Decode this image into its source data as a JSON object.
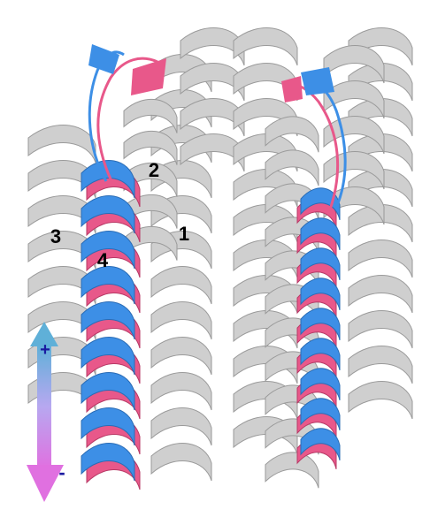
{
  "helix_labels": [
    "1",
    "2",
    "3",
    "4"
  ],
  "arrow": {
    "top_sign": "+",
    "bottom_sign": "-"
  },
  "colors": {
    "helix_gray": "#cfcfcf",
    "helix_gray_dark": "#9a9a9a",
    "blue": "#3d8fe6",
    "pink": "#e8588a",
    "arrow_top": "#5fb0d8",
    "arrow_bottom": "#e070e0",
    "sign_color": "#1a1aa0"
  }
}
